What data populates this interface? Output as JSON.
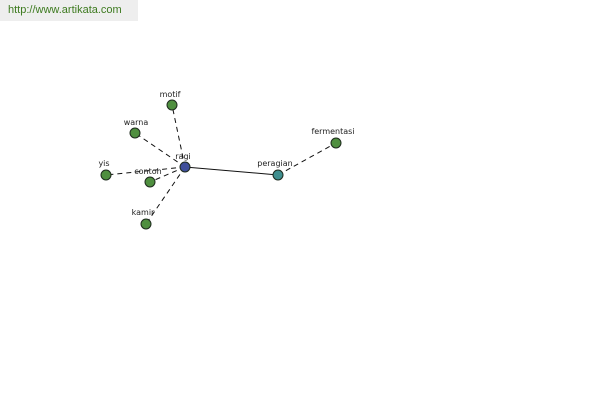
{
  "banner": {
    "url": "http://www.artikata.com"
  },
  "colors": {
    "hub": "#3f4f9a",
    "secondary": "#3f8f8f",
    "leaf": "#4f8f3f",
    "url_text": "#3d7a1f"
  },
  "graph": {
    "nodes": [
      {
        "id": "ragi",
        "label": "ragi",
        "kind": "hub"
      },
      {
        "id": "peragian",
        "label": "peragian",
        "kind": "secondary"
      },
      {
        "id": "fermentasi",
        "label": "fermentasi",
        "kind": "leaf"
      },
      {
        "id": "motif",
        "label": "motif",
        "kind": "leaf"
      },
      {
        "id": "warna",
        "label": "warna",
        "kind": "leaf"
      },
      {
        "id": "yis",
        "label": "yis",
        "kind": "leaf"
      },
      {
        "id": "contoh",
        "label": "contoh",
        "kind": "leaf"
      },
      {
        "id": "kamir",
        "label": "kamir",
        "kind": "leaf"
      }
    ],
    "edges": [
      {
        "from": "ragi",
        "to": "peragian",
        "style": "solid"
      },
      {
        "from": "peragian",
        "to": "fermentasi",
        "style": "dashed"
      },
      {
        "from": "ragi",
        "to": "motif",
        "style": "dashed"
      },
      {
        "from": "ragi",
        "to": "warna",
        "style": "dashed"
      },
      {
        "from": "ragi",
        "to": "yis",
        "style": "dashed"
      },
      {
        "from": "ragi",
        "to": "contoh",
        "style": "dashed"
      },
      {
        "from": "ragi",
        "to": "kamir",
        "style": "dashed"
      }
    ]
  }
}
